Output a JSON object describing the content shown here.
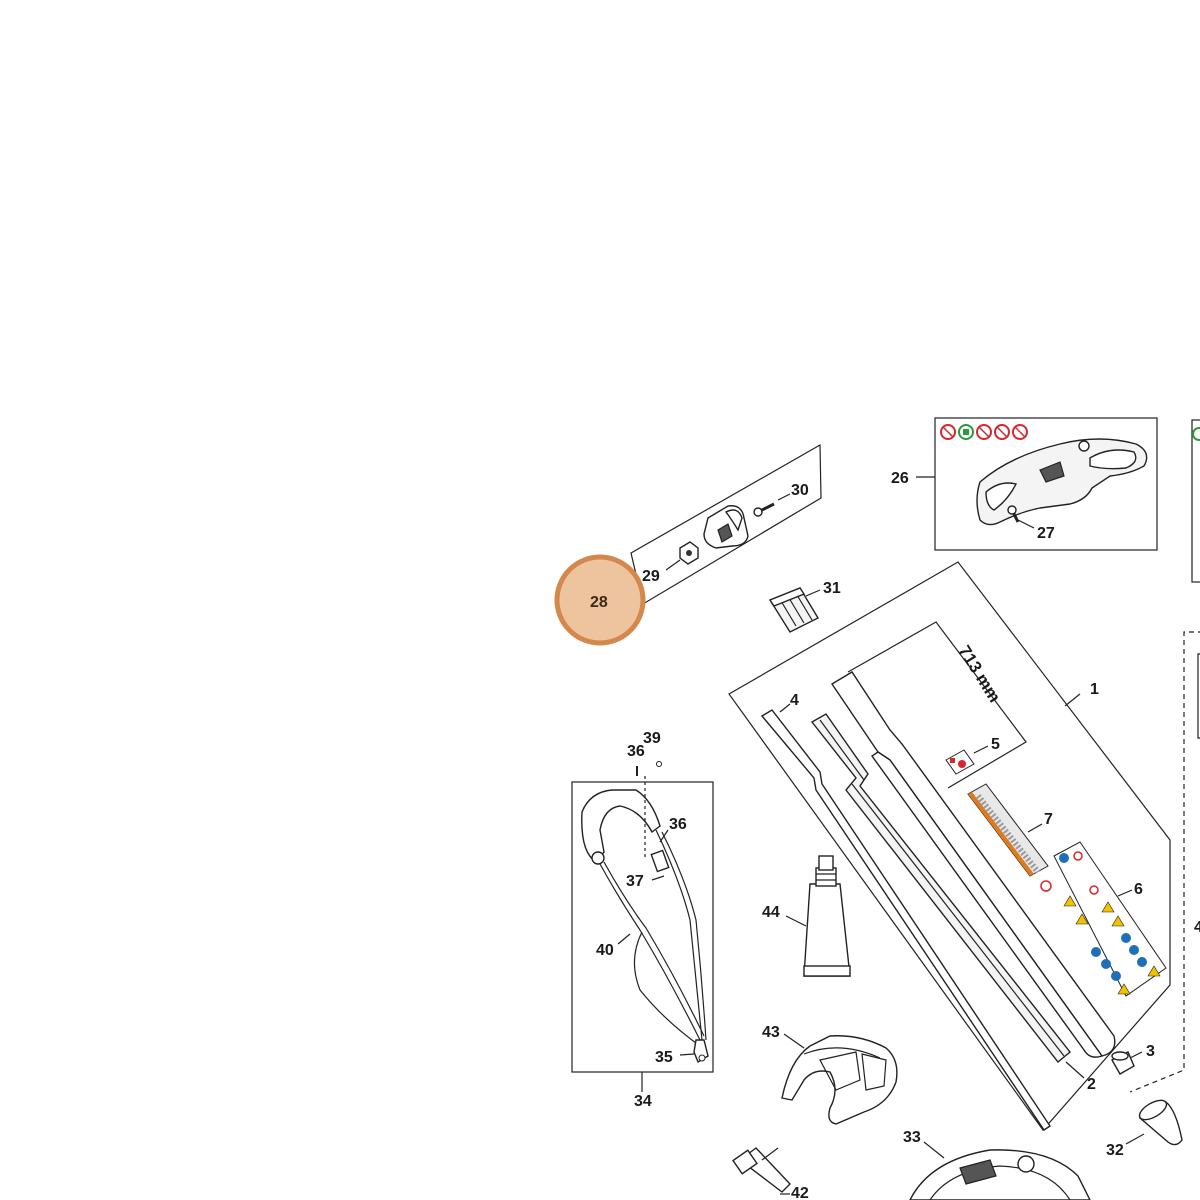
{
  "diagram": {
    "highlighted_callout": "28",
    "dimension_label": "713 mm",
    "callouts": {
      "c1": "1",
      "c2": "2",
      "c3": "3",
      "c4": "4",
      "c5": "5",
      "c6": "6",
      "c7": "7",
      "c26": "26",
      "c27": "27",
      "c28": "28",
      "c29": "29",
      "c30": "30",
      "c31": "31",
      "c32": "32",
      "c33": "33",
      "c34": "34",
      "c35": "35",
      "c36": "36",
      "c36b": "36",
      "c37": "37",
      "c39": "39",
      "c40": "40",
      "c42": "42",
      "c43": "43",
      "c44": "44"
    },
    "colors": {
      "highlight_fill": "#edc49e",
      "highlight_stroke": "#d4884a",
      "warning_yellow": "#f2c200",
      "safety_blue": "#1f6fb8",
      "prohibit_red": "#d8262e",
      "sticker_orange": "#e07a1e"
    }
  }
}
